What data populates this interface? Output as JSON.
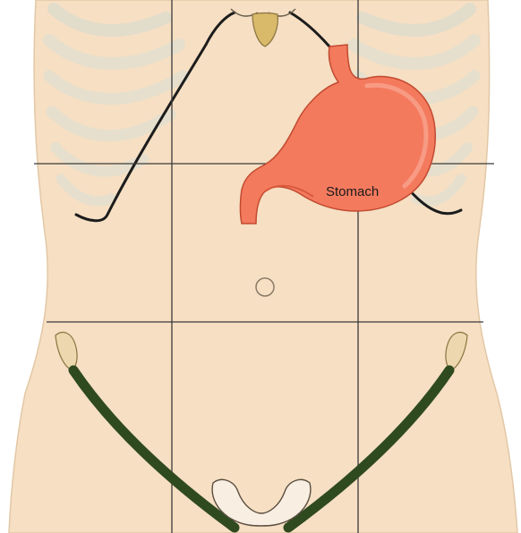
{
  "diagram": {
    "labels": {
      "stomach": "Stomach"
    },
    "colors": {
      "skin": "#f6dfc3",
      "skin_shadow": "#ecd0b0",
      "rib": "#ebe4d4",
      "rib_edge": "#d8cfbb",
      "outline": "#1c1c1c",
      "grid_line": "#3a3a3a",
      "stomach": "#f47a5e",
      "stomach_dark": "#d9593d",
      "xiphoid": "#d9b96a",
      "iliac": "#ecd7ae",
      "inguinal": "#2f4a1f"
    },
    "regions": [
      "right-hypochondriac",
      "epigastric",
      "left-hypochondriac",
      "right-lumbar",
      "umbilical",
      "left-lumbar",
      "right-iliac",
      "hypogastric",
      "left-iliac"
    ]
  }
}
